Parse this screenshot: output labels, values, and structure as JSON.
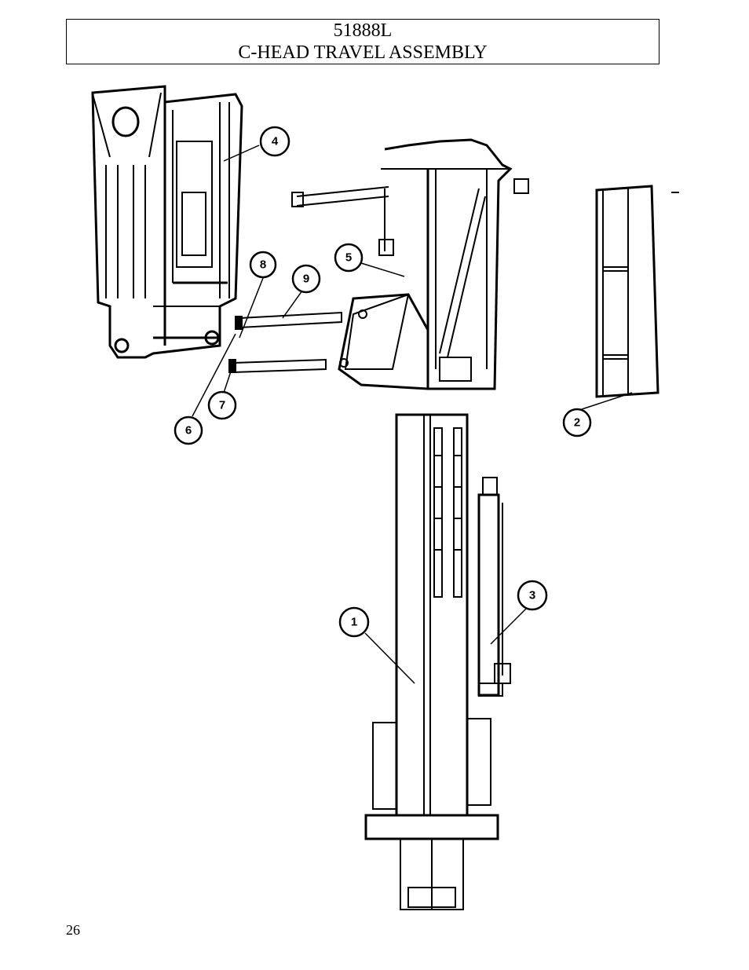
{
  "header": {
    "part_number": "51888L",
    "title": "C-HEAD TRAVEL ASSEMBLY"
  },
  "callouts": [
    "4",
    "8",
    "9",
    "5",
    "2",
    "6",
    "7",
    "3",
    "1",
    "3"
  ],
  "footer": {
    "page_number": "26"
  }
}
